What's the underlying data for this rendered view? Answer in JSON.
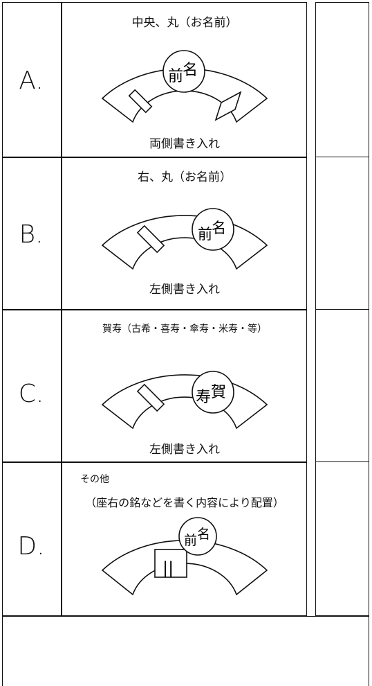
{
  "rows": [
    {
      "letter": "A.",
      "title": "中央、丸（お名前）",
      "label": "両側書き入れ",
      "circle_text_1": "前",
      "circle_text_2": "名"
    },
    {
      "letter": "B.",
      "title": "右、丸（お名前）",
      "label": "左側書き入れ",
      "circle_text_1": "前",
      "circle_text_2": "名"
    },
    {
      "letter": "C.",
      "title": "賀寿（古希・喜寿・傘寿・米寿・等）",
      "label": "左側書き入れ",
      "circle_text_1": "寿",
      "circle_text_2": "賀"
    },
    {
      "letter": "D.",
      "title_line1": "その他",
      "title_line2": "（座右の銘などを書く内容により配置）",
      "circle_text_1": "前",
      "circle_text_2": "名",
      "box_text": "||"
    }
  ]
}
